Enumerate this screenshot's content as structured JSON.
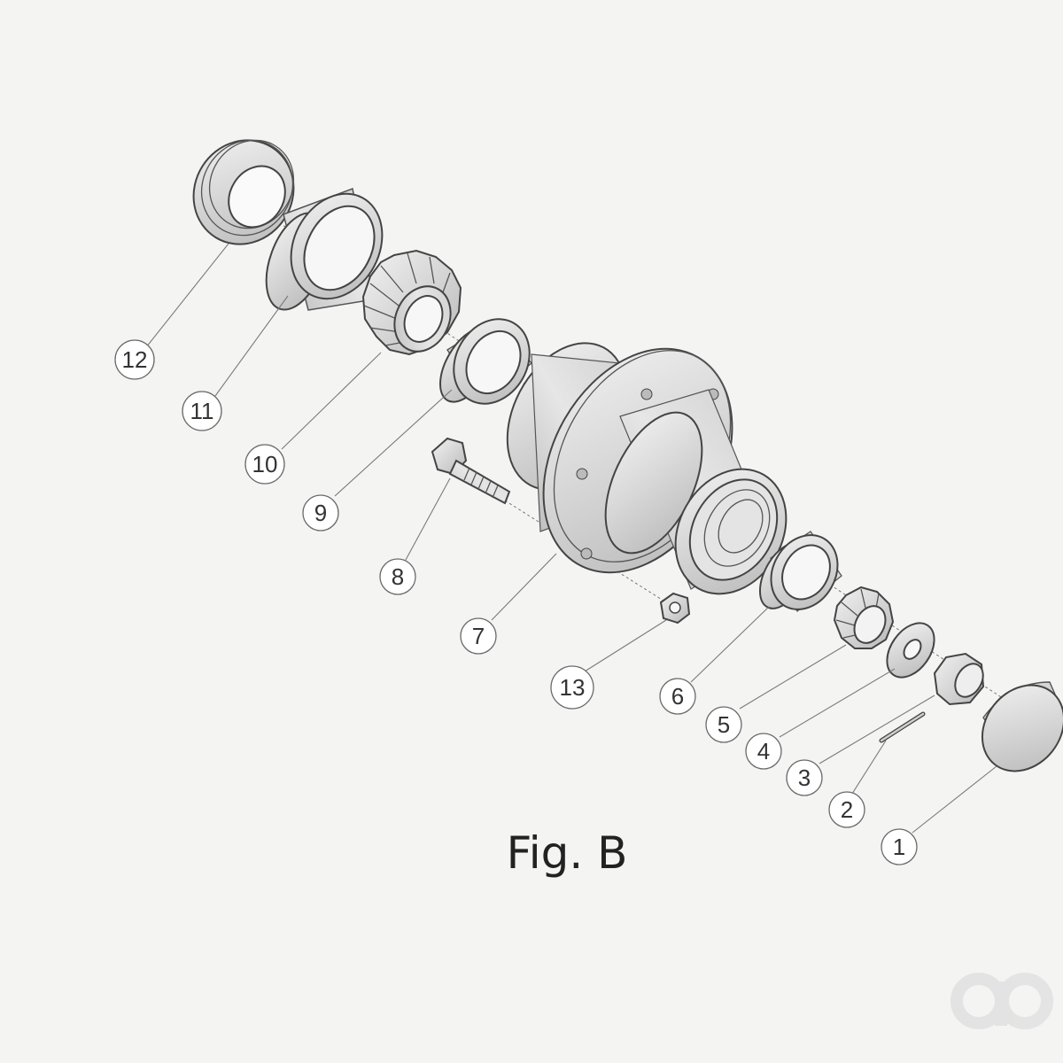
{
  "figure": {
    "caption": "Fig. B",
    "colors": {
      "background": "#f4f4f3",
      "part_fill": "#dcdcdc",
      "part_stroke": "#444444",
      "callout_stroke": "#6a6a6a"
    }
  },
  "callouts": [
    {
      "id": "1",
      "label": "1"
    },
    {
      "id": "2",
      "label": "2"
    },
    {
      "id": "3",
      "label": "3"
    },
    {
      "id": "4",
      "label": "4"
    },
    {
      "id": "5",
      "label": "5"
    },
    {
      "id": "6",
      "label": "6"
    },
    {
      "id": "7",
      "label": "7"
    },
    {
      "id": "8",
      "label": "8"
    },
    {
      "id": "9",
      "label": "9"
    },
    {
      "id": "10",
      "label": "10"
    },
    {
      "id": "11",
      "label": "11"
    },
    {
      "id": "12",
      "label": "12"
    },
    {
      "id": "13",
      "label": "13"
    }
  ],
  "logo": {
    "icon": "ao-logo-icon"
  }
}
